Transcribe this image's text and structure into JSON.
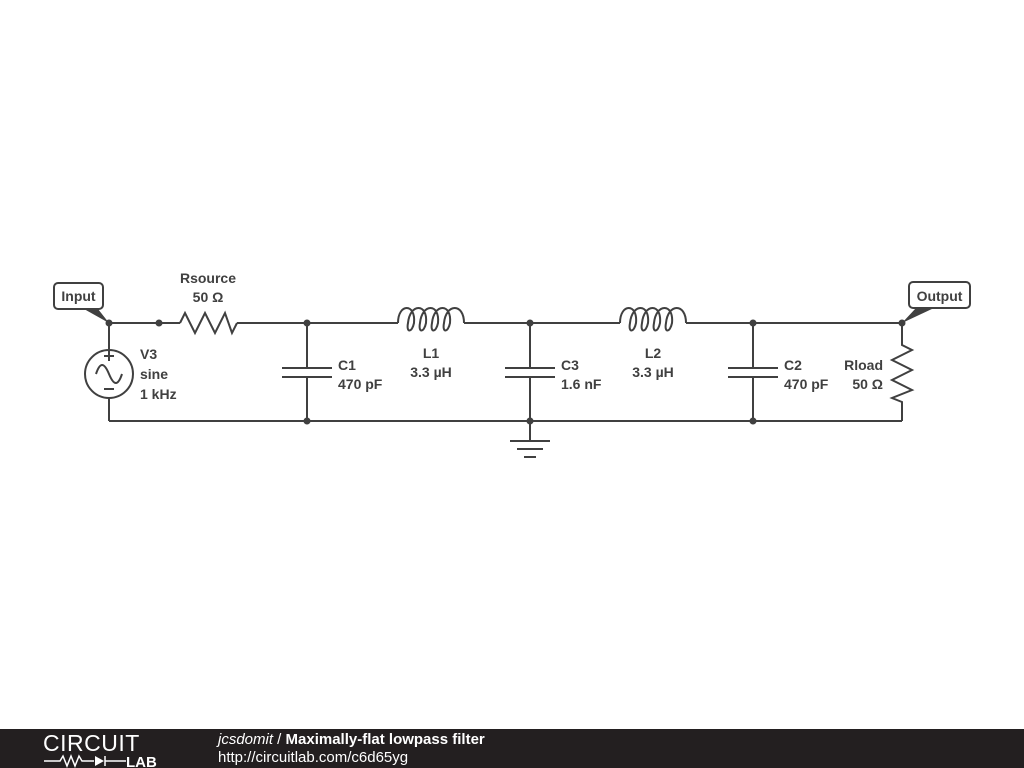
{
  "ports": {
    "input": "Input",
    "output": "Output"
  },
  "components": {
    "rsource": {
      "name": "Rsource",
      "value": "50 Ω"
    },
    "v3": {
      "name": "V3",
      "type": "sine",
      "freq": "1 kHz"
    },
    "c1": {
      "name": "C1",
      "value": "470 pF"
    },
    "l1": {
      "name": "L1",
      "value": "3.3 µH"
    },
    "c3": {
      "name": "C3",
      "value": "1.6 nF"
    },
    "l2": {
      "name": "L2",
      "value": "3.3 µH"
    },
    "c2": {
      "name": "C2",
      "value": "470 pF"
    },
    "rload": {
      "name": "Rload",
      "value": "50 Ω"
    }
  },
  "footer": {
    "logo_top": "CIRCUIT",
    "logo_bottom": "LAB",
    "author": "jcsdomit",
    "separator": " / ",
    "title": "Maximally-flat lowpass filter",
    "url": "http://circuitlab.com/c6d65yg"
  },
  "colors": {
    "wire": "#404040",
    "footer_bg": "#231f20",
    "footer_text": "#ffffff"
  }
}
